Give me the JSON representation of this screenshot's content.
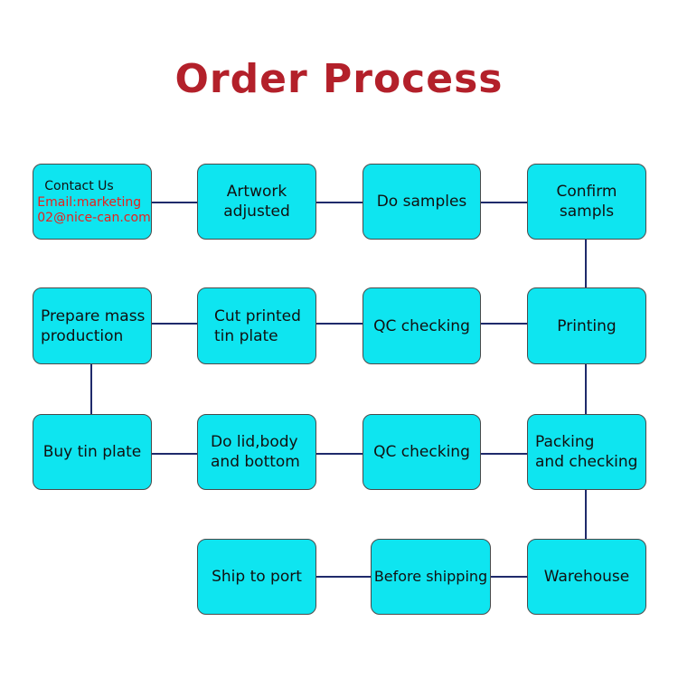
{
  "title": "Order Process",
  "nodes": {
    "contact": {
      "label": "Contact Us",
      "email_line1": "Email:marketing",
      "email_line2": "02@nice-can.com"
    },
    "artwork": {
      "line1": "Artwork",
      "line2": "adjusted"
    },
    "do_samples": {
      "line1": "Do samples"
    },
    "confirm": {
      "line1": "Confirm",
      "line2": "sampls"
    },
    "prepare": {
      "line1": "Prepare mass",
      "line2": "production"
    },
    "cut": {
      "line1": "Cut printed",
      "line2": "tin plate"
    },
    "qc1": {
      "line1": "QC checking"
    },
    "printing": {
      "line1": "Printing"
    },
    "buy": {
      "line1": "Buy tin plate"
    },
    "dolid": {
      "line1": "Do lid,body",
      "line2": "and bottom"
    },
    "qc2": {
      "line1": "QC checking"
    },
    "packing": {
      "line1": "Packing",
      "line2": "and checking"
    },
    "ship": {
      "line1": "Ship to port"
    },
    "before": {
      "line1": "Before shipping"
    },
    "warehouse": {
      "line1": "Warehouse"
    }
  },
  "colors": {
    "title": "#b3202a",
    "node_fill": "#0ee5f0",
    "node_border": "#4a4a4a",
    "connector": "#1f2a6b",
    "email_text": "#e8201c"
  }
}
